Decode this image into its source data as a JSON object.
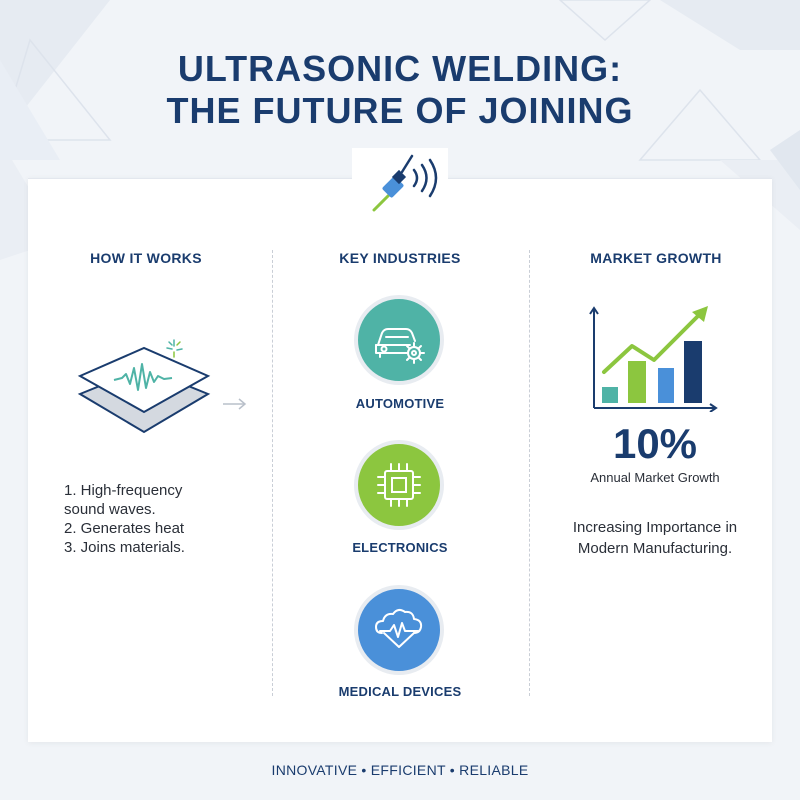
{
  "title": {
    "line1": "ULTRASONIC WELDING:",
    "line2": "THE FUTURE OF JOINING"
  },
  "icons": {
    "emblem": "ultrasonic-welder-icon",
    "how_it_works": "vibrating-layers-icon",
    "arrow": "arrow-right-icon",
    "automotive": "car-gear-icon",
    "electronics": "microchip-icon",
    "medical": "heart-cloud-pulse-icon",
    "market": "bar-chart-arrow-icon"
  },
  "columns": {
    "how_it_works": {
      "heading": "HOW IT WORKS",
      "steps": [
        "1. High-frequency",
        "sound waves.",
        "2. Generates heat",
        "3. Joins materials."
      ]
    },
    "industries": {
      "heading": "KEY INDUSTRIES",
      "items": [
        {
          "label": "AUTOMOTIVE",
          "color": "#4fb3a6"
        },
        {
          "label": "ELECTRONICS",
          "color": "#8cc63f"
        },
        {
          "label": "MEDICAL DEVICES",
          "color": "#4a90d9"
        }
      ]
    },
    "market": {
      "heading": "MARKET GROWTH",
      "value": "10%",
      "value_label": "Annual Market Growth",
      "importance_line1": "Increasing Importance in",
      "importance_line2": "Modern Manufacturing."
    }
  },
  "footer": "INNOVATIVE • EFFICIENT • RELIABLE",
  "colors": {
    "navy": "#1a3c6e",
    "teal": "#4fb3a6",
    "green": "#8cc63f",
    "blue": "#4a90d9"
  }
}
